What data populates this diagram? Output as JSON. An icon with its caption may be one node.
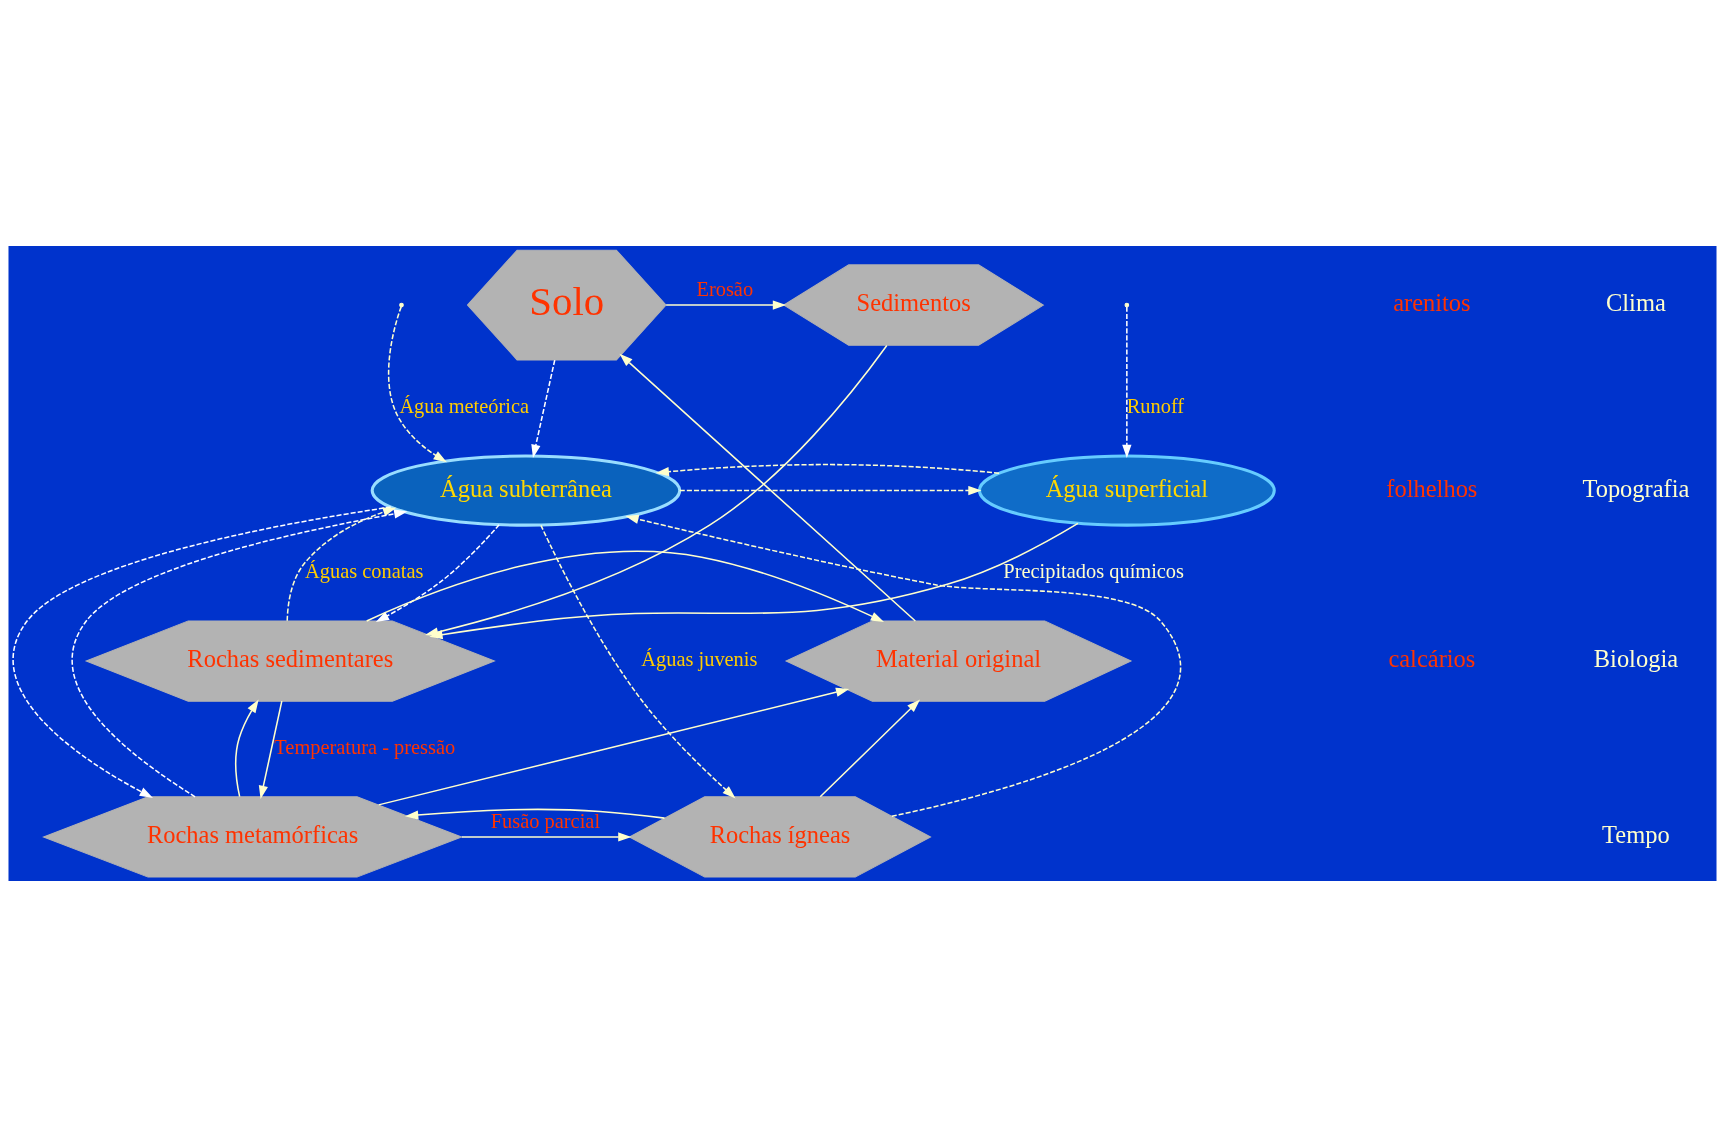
{
  "diagram": {
    "nodes": [
      {
        "text": [
          "Solo"
        ]
      },
      {
        "text": [
          "Sedimentos"
        ]
      },
      {
        "text": [
          "Material original"
        ]
      },
      {
        "text": [
          "Água subterrânea"
        ]
      },
      {
        "text": [
          "Água superficial"
        ]
      },
      {
        "text": [
          "Rochas sedimentares"
        ]
      },
      {
        "text": [
          "Rochas ígneas"
        ]
      },
      {
        "text": [
          "Rochas metamórficas"
        ]
      }
    ],
    "edges": [
      {
        "from": 0,
        "to": 1,
        "arrow": "to",
        "label": "Erosão"
      },
      {
        "from": 1,
        "to": 5,
        "arrow": "to"
      },
      {
        "from": 2,
        "to": 0,
        "arrow": "to"
      },
      {
        "from": 5,
        "to": 2,
        "arrow": "to"
      },
      {
        "from": 7,
        "to": 2,
        "arrow": "to"
      },
      {
        "from": 6,
        "to": 2,
        "arrow": "to"
      },
      {
        "from": 6,
        "to": 7,
        "arrow": "to"
      },
      {
        "from": 7,
        "to": 6,
        "arrow": "to",
        "label": "Fusão parcial"
      },
      {
        "from": 7,
        "to": 5,
        "arrow": "to"
      },
      {
        "from": 5,
        "to": 7,
        "arrow": "to",
        "label": "Temperatura - pressão"
      },
      {
        "from": 0,
        "to": 3,
        "arrow": "to",
        "style": "dashed",
        "color": "#ffffff"
      },
      {
        "from": null,
        "to": 4,
        "arrow": "to",
        "style": "dashed",
        "color": "#ffffff",
        "label": "Runoff"
      },
      {
        "from": null,
        "to": 3,
        "arrow": "to",
        "style": "dashed",
        "label": "Água meteórica"
      },
      {
        "from": 3,
        "to": 4,
        "arrow": "to",
        "style": "dashed"
      },
      {
        "from": 4,
        "to": 3,
        "arrow": "to",
        "style": "dashed"
      },
      {
        "from": 4,
        "to": 5,
        "arrow": "to",
        "label": "Precipitados químicos"
      },
      {
        "from": 3,
        "to": 5,
        "arrow": "to",
        "style": "dashed",
        "color": "#ffffff"
      },
      {
        "from": 5,
        "to": 3,
        "arrow": "to",
        "style": "dashed",
        "label": "Águas conatas"
      },
      {
        "from": 6,
        "to": 3,
        "arrow": "to",
        "style": "dashed"
      },
      {
        "from": 3,
        "to": 6,
        "arrow": "to",
        "style": "dashed",
        "label": "Águas juvenis"
      },
      {
        "from": 3,
        "to": 7,
        "arrow": "to",
        "style": "dashed",
        "color": "#ffffff"
      },
      {
        "from": 7,
        "to": 3,
        "arrow": "to",
        "style": "dashed",
        "color": "#ffffff"
      }
    ],
    "labels": [
      "arenitos",
      "folhelhos",
      "calcários",
      "Clima",
      "Topografia",
      "Biologia",
      "Tempo"
    ]
  }
}
